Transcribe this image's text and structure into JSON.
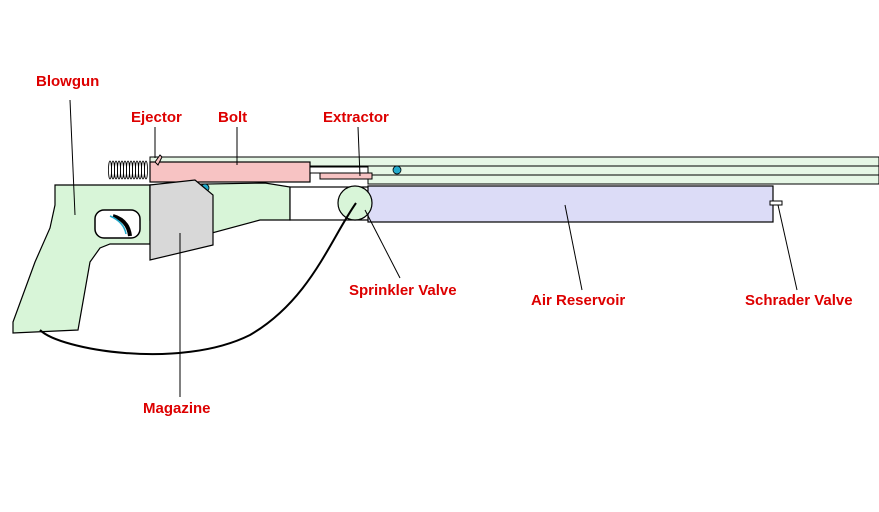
{
  "colors": {
    "label": "#dd0000",
    "outline": "#000000",
    "stock_fill": "#d8f5d8",
    "bolt_fill": "#f7c3c3",
    "reservoir_fill": "#dcdcf7",
    "magazine_fill": "#d8d8d8",
    "barrel_fill": "#e6f7e6",
    "oring": "#22aacc"
  },
  "labels": {
    "blowgun": "Blowgun",
    "ejector": "Ejector",
    "bolt": "Bolt",
    "extractor": "Extractor",
    "sprinkler_valve": "Sprinkler Valve",
    "air_reservoir": "Air Reservoir",
    "schrader_valve": "Schrader Valve",
    "magazine": "Magazine"
  }
}
